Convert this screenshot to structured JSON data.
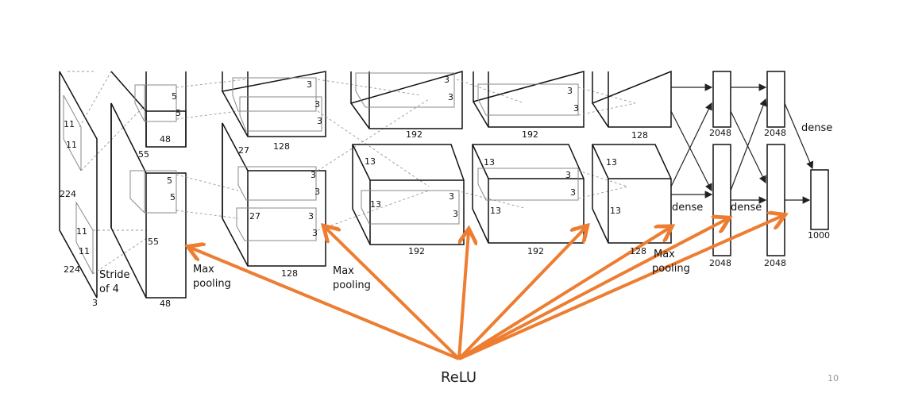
{
  "labels": {
    "input_11_a": "11",
    "input_11_b": "11",
    "input_224_side": "224",
    "input_11_c": "11",
    "input_11_d": "11",
    "input_224_bottom": "224",
    "stride": "Stride",
    "of_4": "of 4",
    "channels": "3",
    "c1_5_a": "5",
    "c1_5_b": "5",
    "c1_48_top": "48",
    "c1_55_top": "55",
    "c1_5_c": "5",
    "c1_5_d": "5",
    "c1_55_bottom": "55",
    "c1_48_bottom": "48",
    "c2_3_a": "3",
    "c2_3_b": "3",
    "c2_3_c": "3",
    "c2_128_top": "128",
    "c2_27": "27",
    "c2_3_d": "3",
    "c2_3_e": "3",
    "c2_27_b": "27",
    "c2_3_f": "3",
    "c2_3_g": "3",
    "c2_128_bottom": "128",
    "c3_3_a": "3",
    "c3_3_b": "3",
    "c3_192_top": "192",
    "c3_13": "13",
    "c3_3_c": "3",
    "c3_3_d": "3",
    "c3_13_b": "13",
    "c3_192_bottom": "192",
    "c4_3_a": "3",
    "c4_3_b": "3",
    "c4_192_top": "192",
    "c4_13": "13",
    "c4_3_c": "3",
    "c4_3_d": "3",
    "c4_13_b": "13",
    "c4_192_bottom": "192",
    "c5_128_top": "128",
    "c5_13": "13",
    "c5_13_b": "13",
    "c5_128_bottom": "128",
    "fc1_2048_top": "2048",
    "fc2_2048_top": "2048",
    "dense_top": "dense",
    "dense_1": "dense",
    "dense_2": "dense",
    "out_1000": "1000",
    "fc1_2048_bottom": "2048",
    "fc2_2048_bottom": "2048",
    "maxpool1_a": "Max",
    "maxpool1_b": "pooling",
    "maxpool2_a": "Max",
    "maxpool2_b": "pooling",
    "maxpool3_a": "Max",
    "maxpool3_b": "pooling",
    "relu": "ReLU",
    "page_number": "10"
  },
  "colors": {
    "relu_arrows": "#ED7D31",
    "lines": "#111111",
    "dashes": "#999999"
  }
}
